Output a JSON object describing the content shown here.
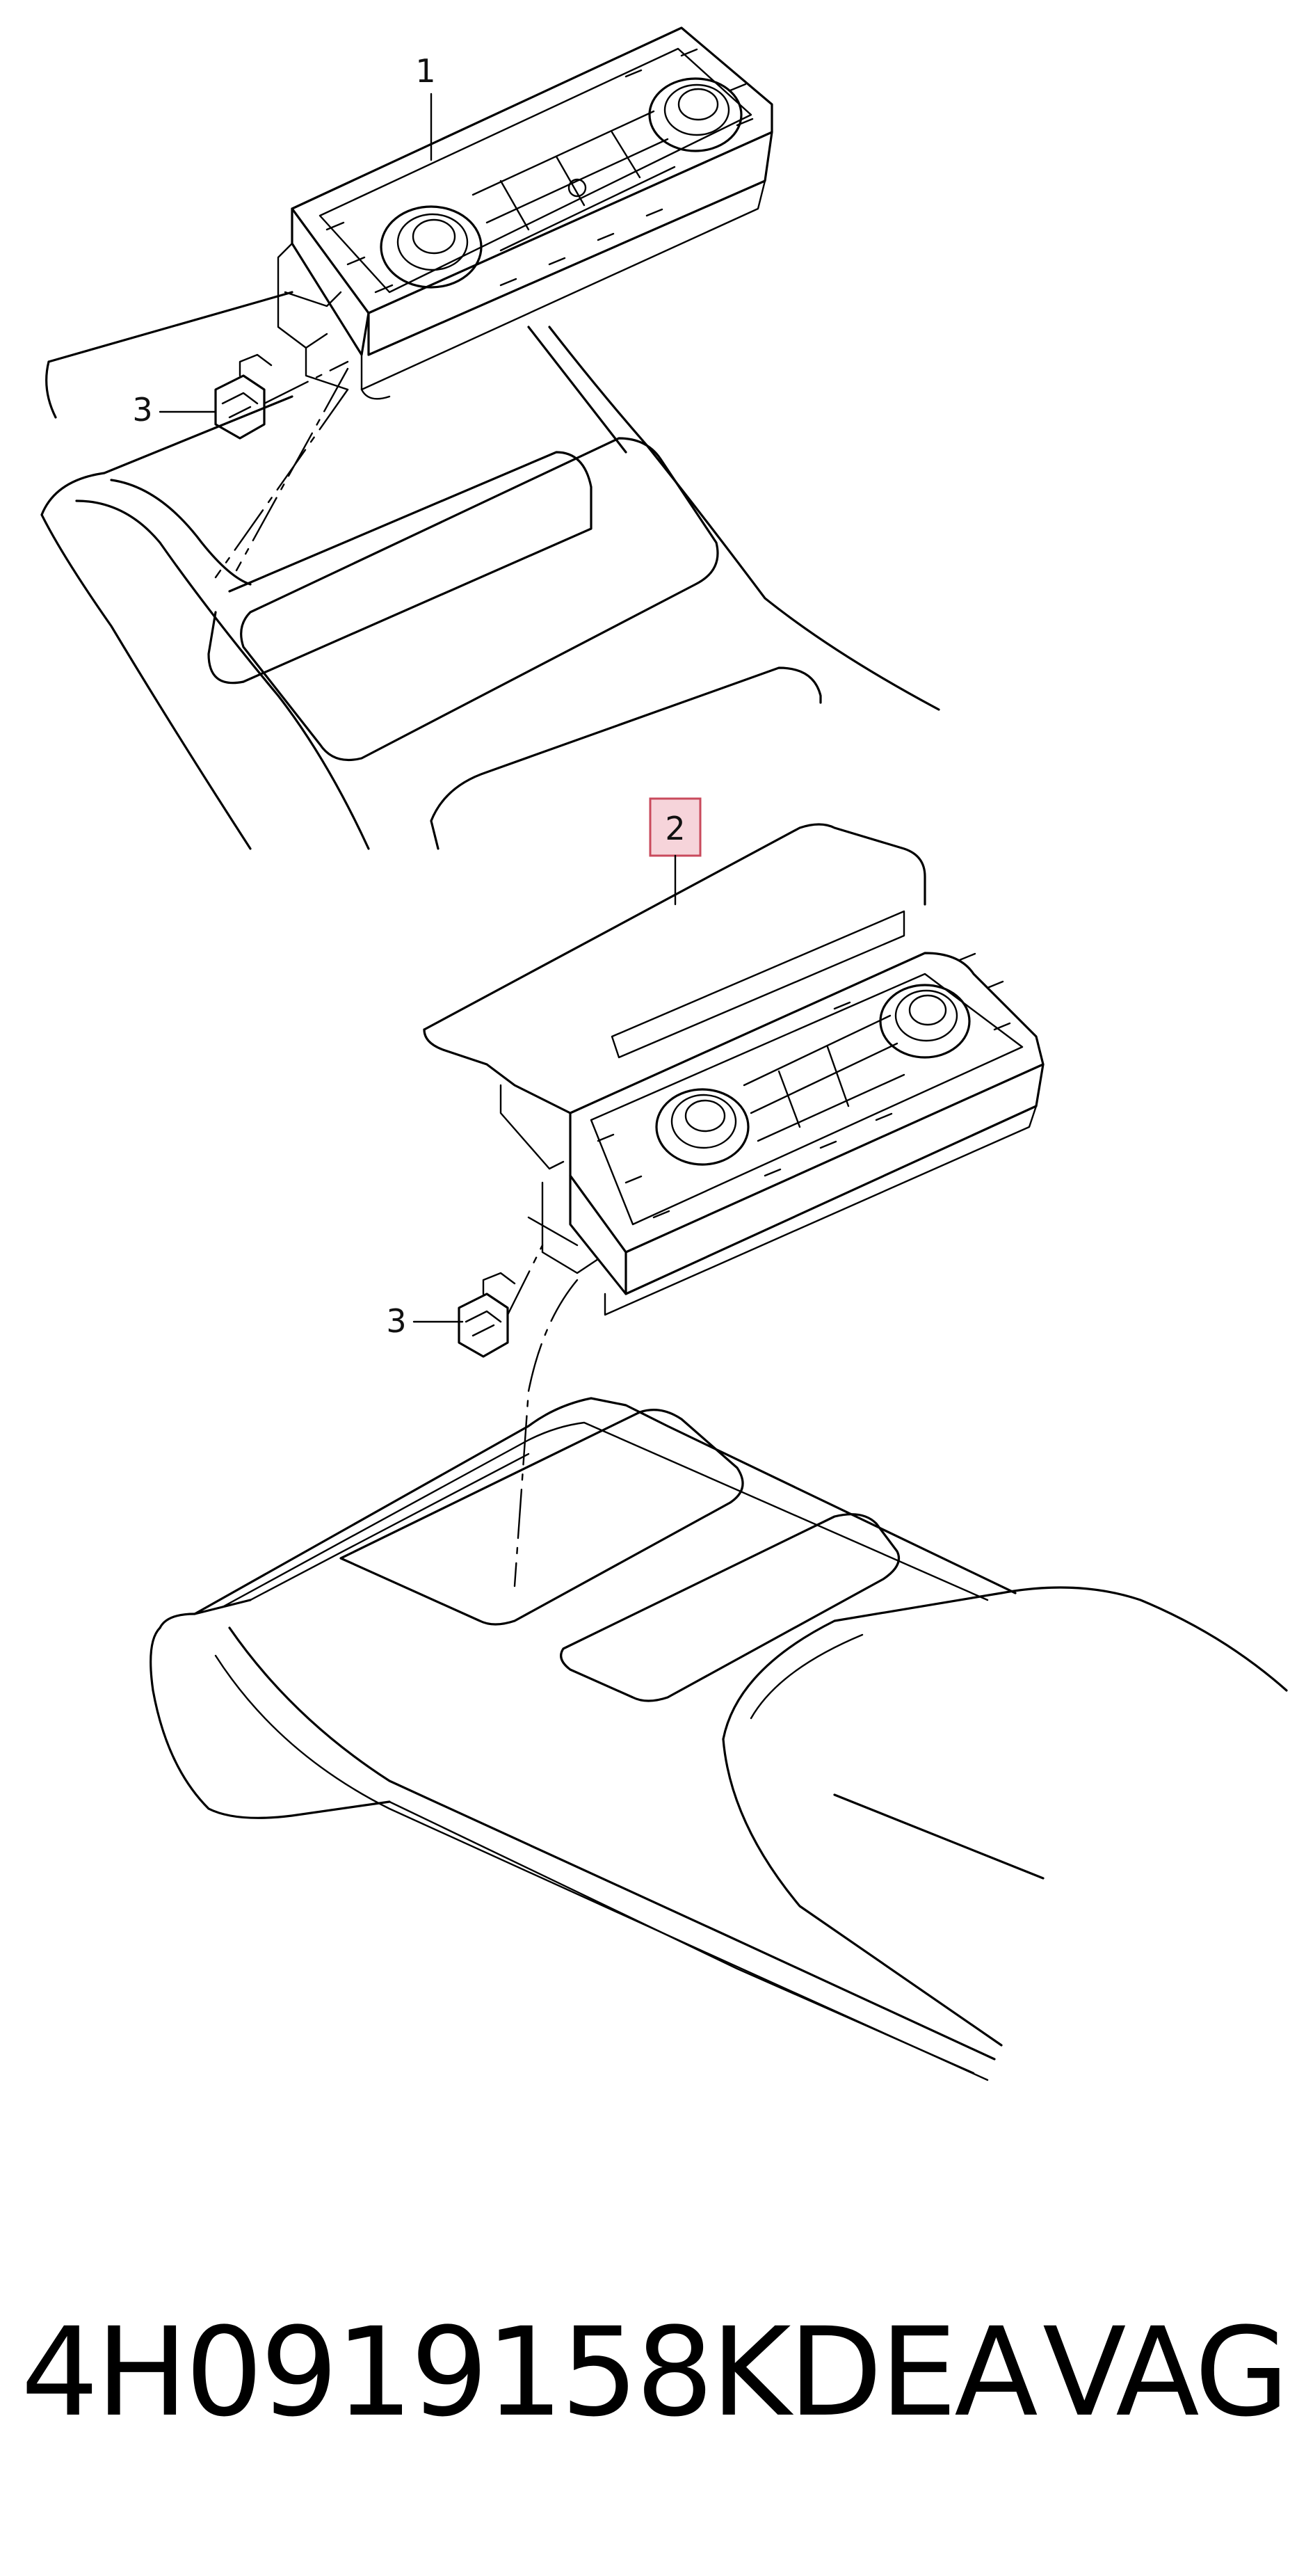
{
  "callouts": {
    "top_unit": "1",
    "rear_unit": "2",
    "clip_top": "3",
    "clip_rear": "3"
  },
  "highlight_color": "#f6d4da",
  "highlight_border": "#c94a5c",
  "footer": {
    "part_number": "4H0919158KDEA",
    "brand": "VAG"
  }
}
